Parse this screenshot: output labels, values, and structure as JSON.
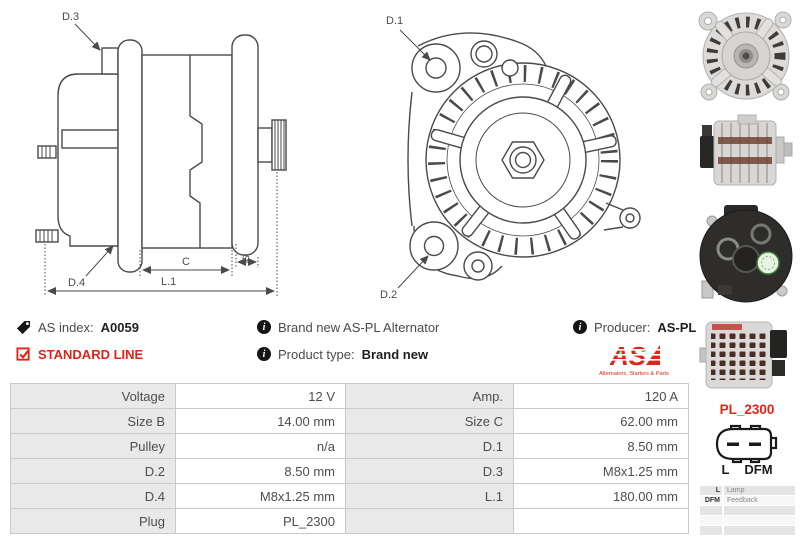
{
  "drawing_side": {
    "d3": "D.3",
    "d4": "D.4",
    "c": "C",
    "b": "B",
    "l1": "L.1"
  },
  "drawing_front": {
    "d1": "D.1",
    "d2": "D.2"
  },
  "info": {
    "as_index_label": "AS index:",
    "as_index_value": "A0059",
    "standard_line": "STANDARD LINE",
    "description": "Brand new AS-PL Alternator",
    "product_type_label": "Product type:",
    "product_type_value": "Brand new",
    "producer_label": "Producer:",
    "producer_value": "AS-PL",
    "logo_text": "AS",
    "logo_subtitle": "Alternators, Starters & Parts"
  },
  "spec_table": {
    "rows": [
      {
        "l1": "Voltage",
        "v1": "12 V",
        "l2": "Amp.",
        "v2": "120 A"
      },
      {
        "l1": "Size B",
        "v1": "14.00 mm",
        "l2": "Size C",
        "v2": "62.00 mm"
      },
      {
        "l1": "Pulley",
        "v1": "n/a",
        "l2": "D.1",
        "v2": "8.50 mm"
      },
      {
        "l1": "D.2",
        "v1": "8.50 mm",
        "l2": "D.3",
        "v2": "M8x1.25 mm"
      },
      {
        "l1": "D.4",
        "v1": "M8x1.25 mm",
        "l2": "L.1",
        "v2": "180.00 mm"
      },
      {
        "l1": "Plug",
        "v1": "PL_2300",
        "l2": "",
        "v2": ""
      }
    ]
  },
  "plug": {
    "name": "PL_2300",
    "pin1": "L",
    "pin2": "DFM",
    "legend": [
      {
        "key": "L",
        "value": "Lamp"
      },
      {
        "key": "DFM",
        "value": "Feedback"
      },
      {
        "key": "",
        "value": ""
      },
      {
        "key": "",
        "value": ""
      },
      {
        "key": "",
        "value": ""
      }
    ]
  },
  "colors": {
    "accent_red": "#e2231a",
    "table_label_bg": "#e9e9e9",
    "table_border": "#c9c9c9",
    "line_color": "#4a4a4a"
  }
}
